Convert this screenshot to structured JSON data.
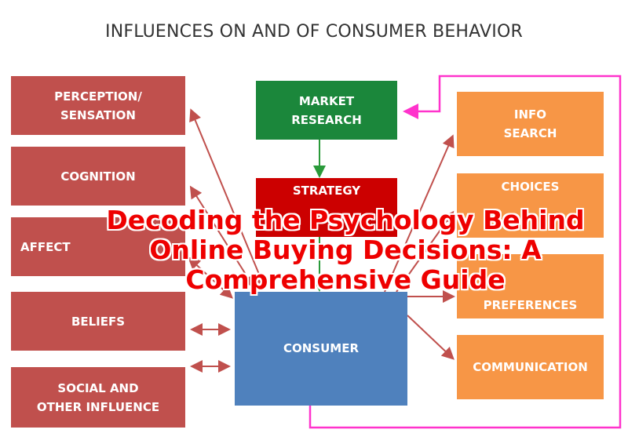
{
  "diagram": {
    "title": "INFLUENCES ON AND OF CONSUMER BEHAVIOR",
    "left_boxes": [
      "PERCEPTION/\nSENSATION",
      "COGNITION",
      "AFFECT",
      "BELIEFS",
      "SOCIAL AND\nOTHER INFLUENCE"
    ],
    "center": {
      "market_research": "MARKET\nRESEARCH",
      "strategy": "STRATEGY",
      "consumer": "CONSUMER"
    },
    "right_boxes": [
      "INFO\nSEARCH",
      "CHOICES",
      "PREFERENCES",
      "COMMUNICATION"
    ],
    "colors": {
      "left": "#c0504d",
      "market_research": "#1b873b",
      "strategy": "#cc0000",
      "consumer": "#4f81bd",
      "right": "#f79646",
      "feedback": "#ff33cc"
    }
  },
  "overlay": {
    "headline": "Decoding the Psychology Behind Online Buying Decisions: A Comprehensive Guide"
  }
}
